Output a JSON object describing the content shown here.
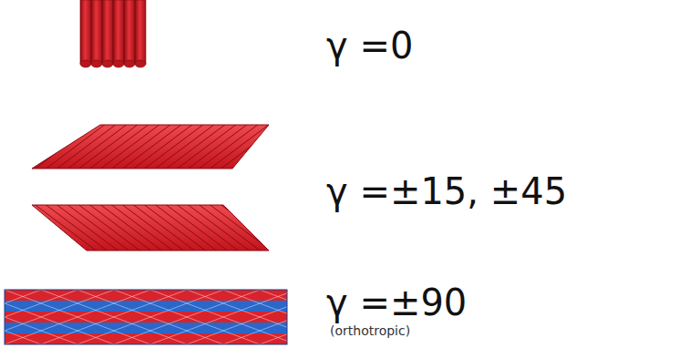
{
  "diagram": {
    "labels": [
      "γ =0",
      "γ =±15, ±45",
      "γ =±90",
      "(orthotropic)"
    ]
  }
}
